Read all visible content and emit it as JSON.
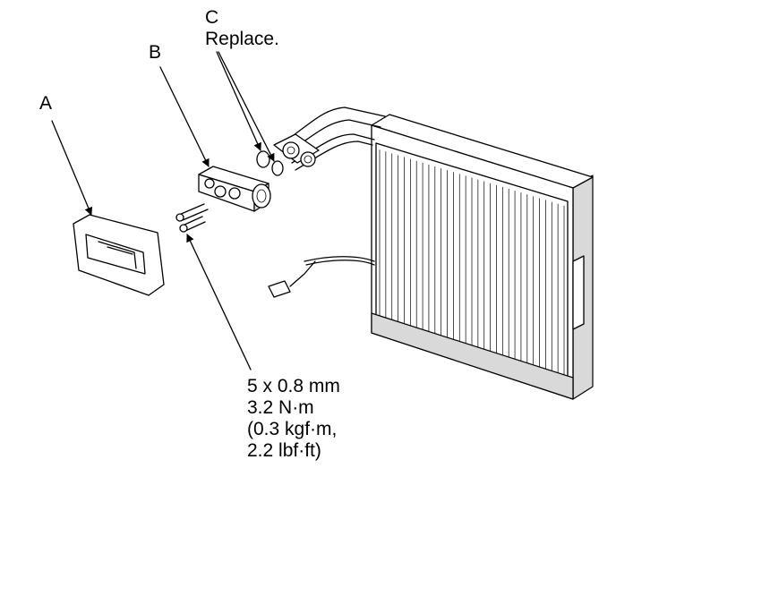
{
  "labels": {
    "a": "A",
    "b": "B",
    "c": "C",
    "c_note": "Replace.",
    "torque": [
      "5 x 0.8 mm",
      "3.2 N·m",
      "(0.3 kgf·m,",
      "2.2 lbf·ft)"
    ]
  }
}
